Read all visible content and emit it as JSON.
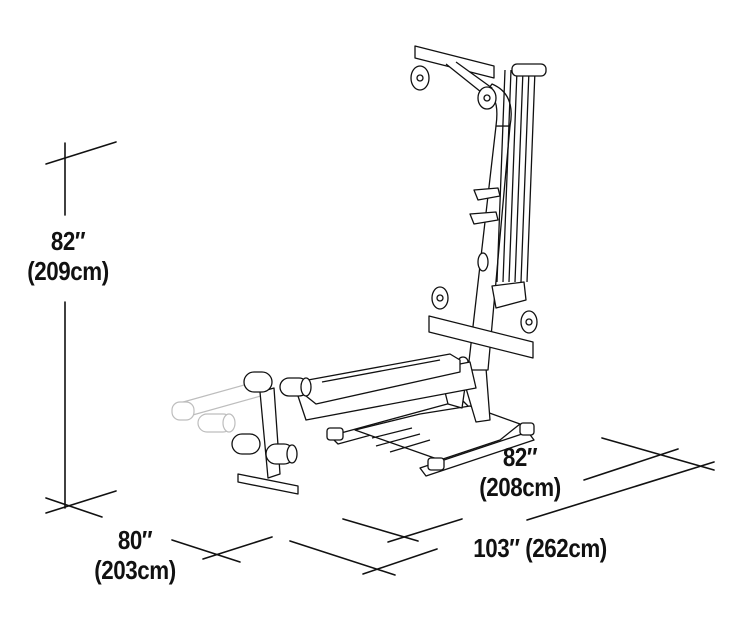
{
  "diagram": {
    "subject": "Home gym machine with bench, leg extension, power rod tower and lat bar",
    "colors": {
      "ink": "#111111",
      "ghost": "#b9b9b9",
      "background": "#ffffff"
    },
    "dimensions": {
      "height": {
        "imperial": "82″",
        "metric": "(209cm)"
      },
      "depth": {
        "imperial": "80″",
        "metric": "(203cm)"
      },
      "width": {
        "imperial": "82″",
        "metric": "(208cm)"
      },
      "length": {
        "combined": "103″ (262cm)"
      }
    }
  }
}
